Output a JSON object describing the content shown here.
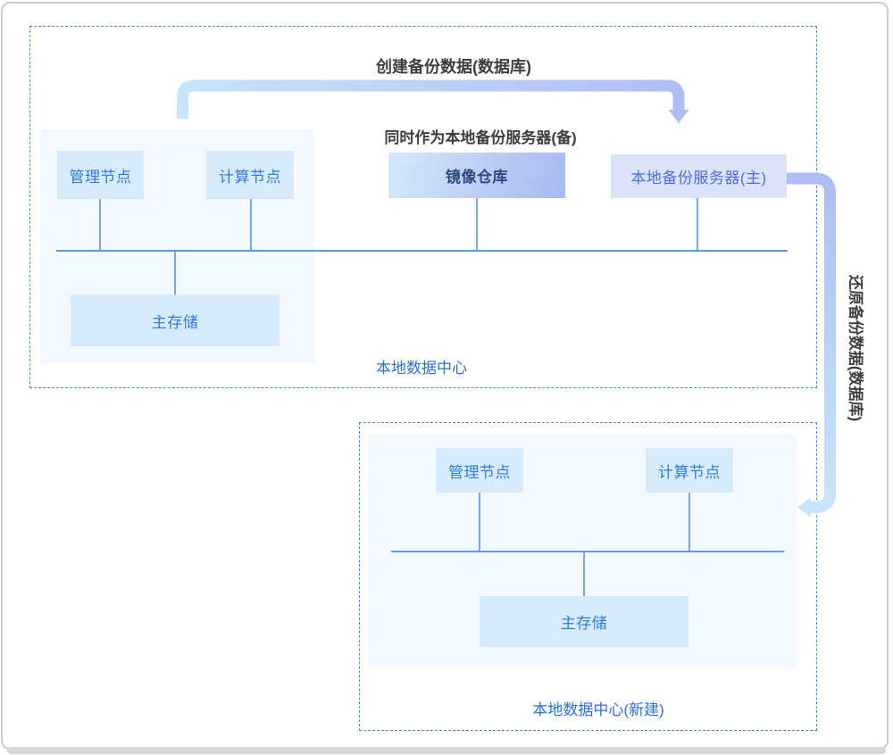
{
  "flows": {
    "create_backup": "创建备份数据(数据库)",
    "standby_note": "同时作为本地备份服务器(备)",
    "restore_backup": "还原备份数据(数据库)"
  },
  "dc1": {
    "title": "本地数据中心",
    "nodes": {
      "management": "管理节点",
      "compute": "计算节点",
      "mirror_repo": "镜像仓库",
      "backup_server_primary": "本地备份服务器(主)",
      "primary_storage": "主存储"
    }
  },
  "dc2": {
    "title": "本地数据中心(新建)",
    "nodes": {
      "management": "管理节点",
      "compute": "计算节点",
      "primary_storage": "主存储"
    }
  },
  "colors": {
    "dashed_border": "#4a90e2",
    "bus_line": "#5b9be8",
    "node_bg": "#d7ebfb",
    "node_text": "#2e7ce0",
    "mirror_gradient_start": "#d4e8fb",
    "mirror_gradient_end": "#a9b8f0",
    "mirror_text": "#2f4a80",
    "backup_bg": "#dbe3f9",
    "backup_text": "#4a6de6",
    "panel_bg": "#f3f9fe",
    "arrow_sky": "#c7e4fa",
    "arrow_periwinkle": "#aebdf3",
    "flow_text": "#3e3e3e",
    "frame_border": "#cbcbcb"
  }
}
